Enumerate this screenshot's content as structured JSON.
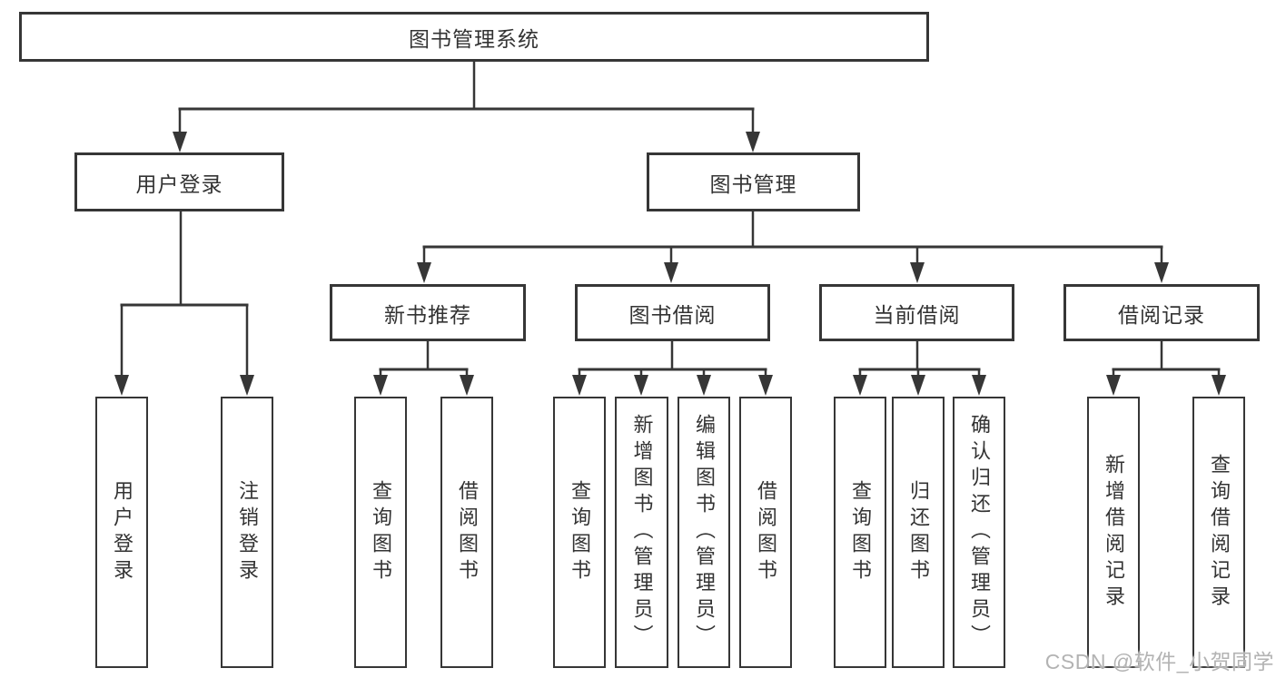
{
  "diagram_title": "图书管理系统",
  "nodes": {
    "root": {
      "label": "图书管理系统"
    },
    "level2": [
      {
        "label": "用户登录"
      },
      {
        "label": "图书管理"
      }
    ],
    "level3": [
      {
        "label": "新书推荐",
        "parent": "图书管理"
      },
      {
        "label": "图书借阅",
        "parent": "图书管理"
      },
      {
        "label": "当前借阅",
        "parent": "图书管理"
      },
      {
        "label": "借阅记录",
        "parent": "图书管理"
      }
    ],
    "level4": [
      {
        "label": "用户登录",
        "parent": "用户登录"
      },
      {
        "label": "注销登录",
        "parent": "用户登录"
      },
      {
        "label": "查询图书",
        "parent": "新书推荐"
      },
      {
        "label": "借阅图书",
        "parent": "新书推荐"
      },
      {
        "label": "查询图书",
        "parent": "图书借阅"
      },
      {
        "label": "新增图书（管理员）",
        "parent": "图书借阅"
      },
      {
        "label": "编辑图书（管理员）",
        "parent": "图书借阅"
      },
      {
        "label": "借阅图书",
        "parent": "图书借阅"
      },
      {
        "label": "查询图书",
        "parent": "当前借阅"
      },
      {
        "label": "归还图书",
        "parent": "当前借阅"
      },
      {
        "label": "确认归还（管理员）",
        "parent": "当前借阅"
      },
      {
        "label": "新增借阅记录",
        "parent": "借阅记录"
      },
      {
        "label": "查询借阅记录",
        "parent": "借阅记录"
      }
    ]
  },
  "watermark": {
    "text": "CSDN @软件_小贺同学"
  },
  "colors": {
    "line": "#363636",
    "text": "#333333",
    "box_background": "#ffffff",
    "watermark": "#b3b3b3"
  }
}
